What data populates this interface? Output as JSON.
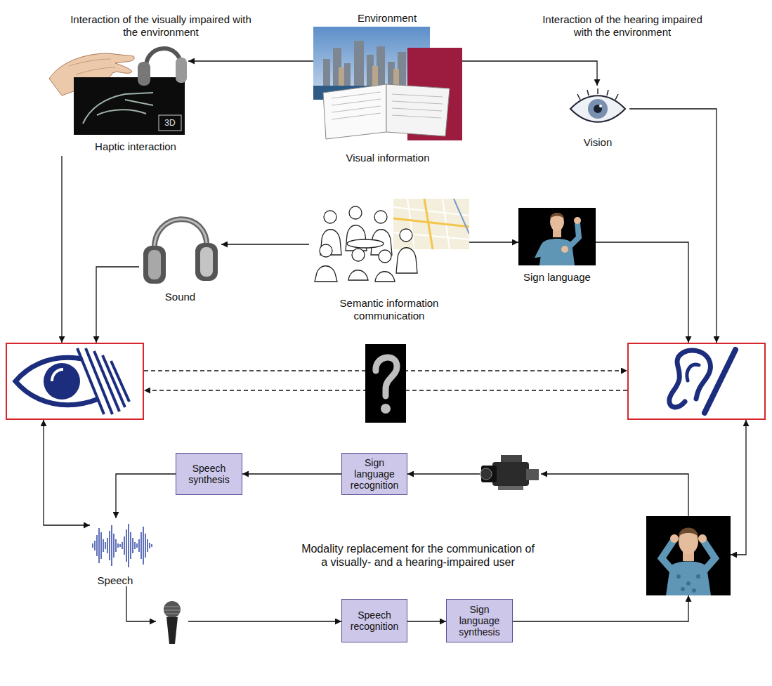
{
  "diagram": {
    "nodes": [
      {
        "text": [
          "Interaction of the visually impaired with the environment"
        ]
      },
      {
        "text": [
          "Haptic interaction"
        ],
        "in": 0
      },
      {
        "text": [
          "Sound"
        ],
        "in": 0
      },
      {
        "text": [
          "Environment"
        ]
      },
      {
        "text": [
          "Visual information"
        ],
        "in": 3
      },
      {
        "text": [
          "Semantic information communication"
        ],
        "in": 3
      },
      {
        "text": [
          "Interaction of the hearing impaired with the environment"
        ]
      },
      {
        "text": [
          "Vision"
        ],
        "in": 6
      },
      {
        "text": [
          "Sign language"
        ],
        "in": 6
      },
      {
        "text": []
      },
      {
        "text": []
      },
      {
        "text": [
          "Modality replacement for the communication of a visually- and a hearing-impaired user"
        ]
      },
      {
        "text": [],
        "in": 11
      },
      {
        "text": [
          "Sign language recognition"
        ],
        "in": 11
      },
      {
        "text": [
          "Speech synthesis"
        ],
        "in": 11
      },
      {
        "text": [
          "Speech"
        ],
        "in": 11
      },
      {
        "text": [],
        "in": 11
      },
      {
        "text": [
          "Speech recognition"
        ],
        "in": 11
      },
      {
        "text": [
          "Sign language synthesis"
        ],
        "in": 11
      },
      {
        "text": [],
        "in": 11
      }
    ],
    "edges": [
      {
        "from": 4,
        "to": 1,
        "arrow": "to"
      },
      {
        "from": 4,
        "to": 7,
        "arrow": "to"
      },
      {
        "from": 5,
        "to": 2,
        "arrow": "to"
      },
      {
        "from": 5,
        "to": 8,
        "arrow": "to"
      },
      {
        "from": 1,
        "to": 9,
        "arrow": "to"
      },
      {
        "from": 2,
        "to": 9,
        "arrow": "to"
      },
      {
        "from": 8,
        "to": 10,
        "arrow": "to"
      },
      {
        "from": 7,
        "to": 10,
        "arrow": "to"
      },
      {
        "from": 9,
        "to": 10,
        "arrow": "to"
      },
      {
        "from": 10,
        "to": 9,
        "arrow": "to"
      },
      {
        "from": 9,
        "to": 15,
        "arrow": "both"
      },
      {
        "from": 19,
        "to": 10,
        "arrow": "both"
      },
      {
        "from": 19,
        "to": 12,
        "arrow": "to"
      },
      {
        "from": 12,
        "to": 13,
        "arrow": "to"
      },
      {
        "from": 13,
        "to": 14,
        "arrow": "to"
      },
      {
        "from": 14,
        "to": 15,
        "arrow": "to"
      },
      {
        "from": 15,
        "to": 16,
        "arrow": "to"
      },
      {
        "from": 16,
        "to": 17,
        "arrow": "to"
      },
      {
        "from": 17,
        "to": 18,
        "arrow": "to"
      },
      {
        "from": 18,
        "to": 19,
        "arrow": "to"
      }
    ],
    "labels": [
      "3D"
    ]
  }
}
